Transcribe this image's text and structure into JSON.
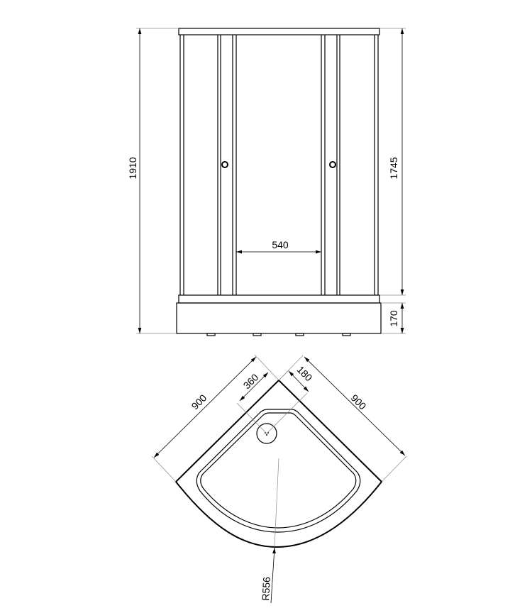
{
  "front_view": {
    "overall_height": "1910",
    "cabin_height": "1745",
    "tray_height": "170",
    "door_opening_width": "540"
  },
  "top_view": {
    "side_left": "900",
    "side_right": "900",
    "drain_offset_a": "360",
    "drain_offset_b": "180",
    "radius": "R556"
  }
}
